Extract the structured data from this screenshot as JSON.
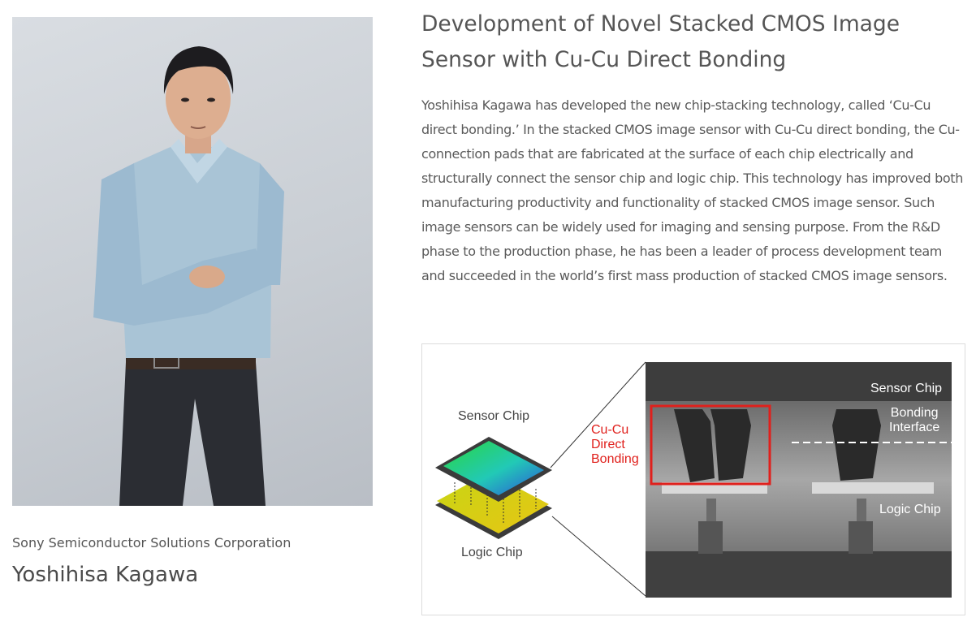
{
  "profile": {
    "affiliation": "Sony Semiconductor Solutions Corporation",
    "name": "Yoshihisa Kagawa"
  },
  "article": {
    "title": "Development of Novel Stacked CMOS Image Sensor with Cu-Cu Direct Bonding",
    "description": "Yoshihisa Kagawa has developed the new chip-stacking technology, called ‘Cu-Cu direct bonding.’ In the stacked CMOS image sensor with Cu-Cu direct bonding, the Cu-connection pads that are fabricated at the surface of each chip electrically and structurally connect the sensor chip and logic chip. This technology has improved both manufacturing productivity and functionality of stacked CMOS image sensor. Such image sensors can be widely used for imaging and sensing purpose. From the R&D phase to the production phase, he has been a leader of process development team and succeeded in the world’s first mass production of stacked CMOS image sensors."
  },
  "figure": {
    "sensor_chip_label": "Sensor Chip",
    "logic_chip_label": "Logic Chip",
    "cucu_label": "Cu-Cu\nDirect\nBonding",
    "micro_sensor_label": "Sensor Chip",
    "micro_bonding_label": "Bonding\nInterface",
    "micro_logic_label": "Logic Chip"
  },
  "colors": {
    "highlight_red": "#e0201c",
    "text_gray": "#555555"
  }
}
